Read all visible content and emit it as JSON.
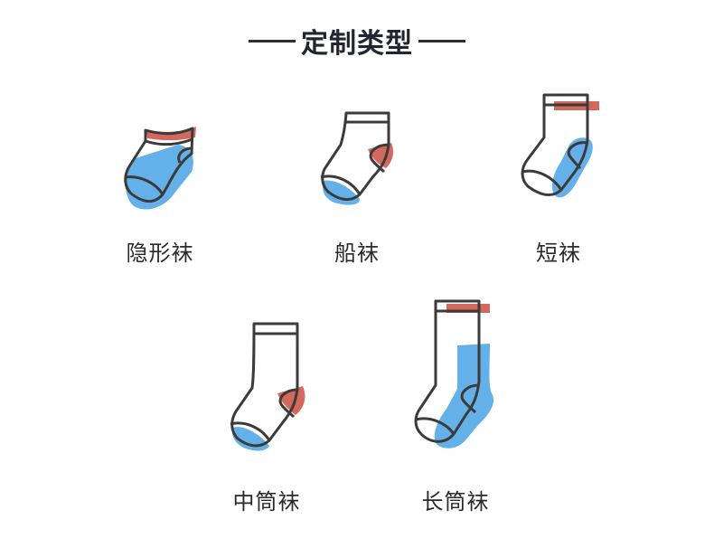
{
  "title": "定制类型",
  "colors": {
    "blue": "#63b1e8",
    "red": "#d3695c",
    "outline": "#3d3a3a"
  },
  "items": [
    {
      "label": "隐形袜"
    },
    {
      "label": "船袜"
    },
    {
      "label": "短袜"
    },
    {
      "label": "中筒袜"
    },
    {
      "label": "长筒袜"
    }
  ]
}
